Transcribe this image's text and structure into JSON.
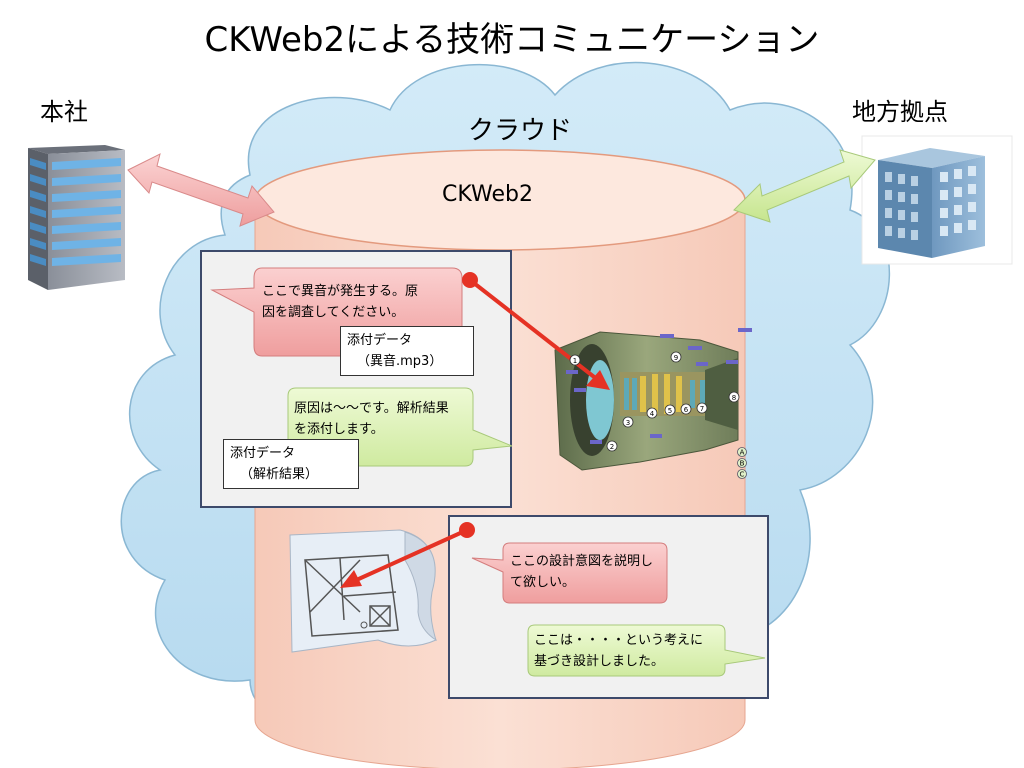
{
  "title": "CKWeb2による技術コミュニケーション",
  "sites": {
    "headquarters": "本社",
    "local": "地方拠点"
  },
  "cloud": {
    "label": "クラウド",
    "system": "CKWeb2"
  },
  "engine_thread": {
    "question": {
      "line1": "ここで異音が発生する。原",
      "line2": "因を調査してください。"
    },
    "question_attachment": {
      "line1": "添付データ",
      "line2": "（異音.mp3）"
    },
    "answer": {
      "line1": "原因は〜〜です。解析結果",
      "line2": "を添付します。"
    },
    "answer_attachment": {
      "line1": "添付データ",
      "line2": "（解析結果）"
    },
    "engine_part_numbers": [
      "1",
      "2",
      "3",
      "4",
      "5",
      "6",
      "7",
      "8",
      "9"
    ],
    "engine_section_letters": [
      "A",
      "B",
      "C"
    ]
  },
  "blueprint_thread": {
    "question": {
      "line1": "ここの設計意図を説明し",
      "line2": "て欲しい。"
    },
    "answer": {
      "line1": "ここは・・・・という考えに",
      "line2": "基づき設計しました。"
    }
  },
  "colors": {
    "cloud_fill": "#c5e3f4",
    "database_fill": "#f9d6c8",
    "question_bubble": "#f5b3b3",
    "answer_bubble": "#ddf2b2",
    "hq_arrow": "#f4b3b3",
    "local_arrow": "#d9f0b0",
    "pointer_arrow": "#e53224",
    "panel_border": "#3d4a6b"
  }
}
